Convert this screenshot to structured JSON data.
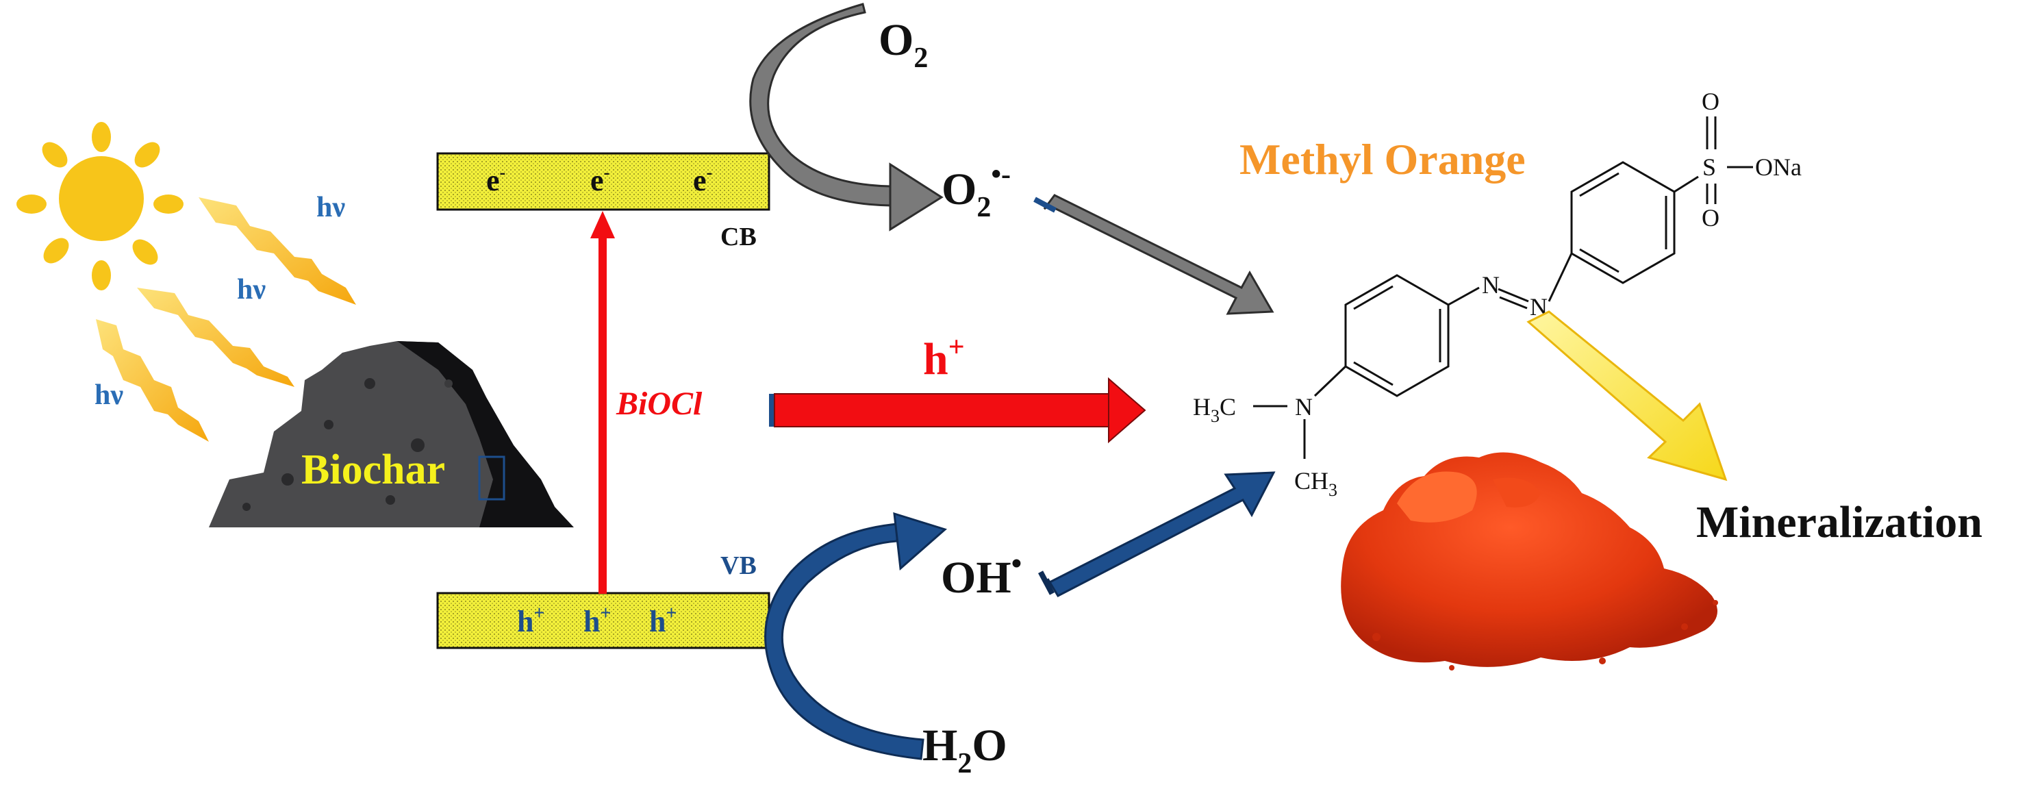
{
  "labels": {
    "hv": "hν",
    "biochar": "Biochar",
    "cb": "CB",
    "vb": "VB",
    "bioci": "BiOCl",
    "electron": "e",
    "electron_sup": "-",
    "hole": "h",
    "hole_sup": "+",
    "o2_main": "O",
    "o2_sub": "2",
    "superoxide_main": "O",
    "superoxide_sub": "2",
    "superoxide_sup": "•-",
    "hplus_main": "h",
    "hplus_sup": "+",
    "oh_main": "OH",
    "oh_sup": "•",
    "h2o_h": "H",
    "h2o_sub": "2",
    "h2o_o": "O",
    "methyl_orange": "Methyl Orange",
    "mineralization": "Mineralization"
  },
  "molecule": {
    "o_top": "O",
    "o_bottom": "O",
    "s": "S",
    "ona": "ONa",
    "n_azo_1": "N",
    "n_azo_2": "N",
    "n_amine": "N",
    "h3c_h": "H",
    "h3c_sub": "3",
    "h3c_c": "C",
    "ch3_ch": "CH",
    "ch3_sub": "3"
  },
  "colors": {
    "band_fill": "#f2ef3a",
    "red_arrow": "#f20d12",
    "gray_arrow": "#7a7a7a",
    "blue_arrow": "#1d4e8c",
    "hv_text": "#2a6db5",
    "sun": "#f7c51a",
    "methyl_orange_text": "#f5962a",
    "biochar_text": "#f5f11c",
    "powder": "#e83a14"
  }
}
